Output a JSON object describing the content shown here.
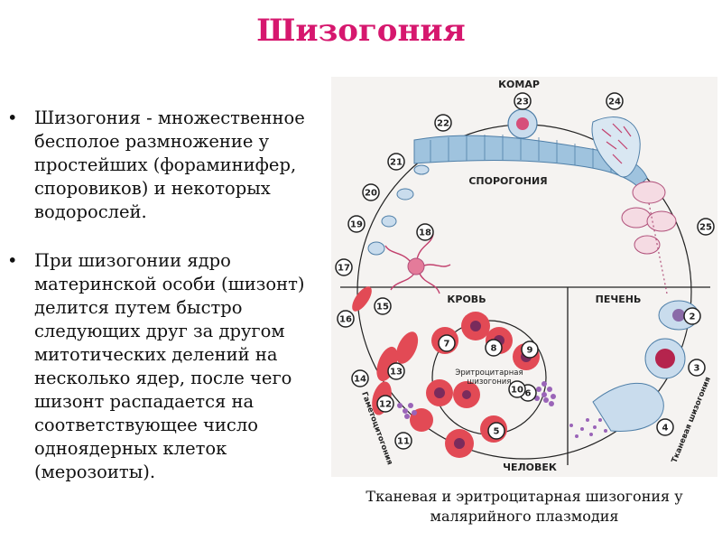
{
  "title": "Шизогония",
  "bullets": [
    "Шизогония - множественное бесполое размножение у простейших (фораминифер, споровиков) и некоторых водорослей.",
    "При шизогонии ядро материнской особи (шизонт) делится путем быстро следующих друг за другом митотических делений на несколько ядер, после чего шизонт распадается на соответствующее число одноядерных клеток (мерозоиты)."
  ],
  "bullet_symbol": "•",
  "diagram": {
    "labels": {
      "mosquito": "КОМАР",
      "sporogony": "СПОРОГОНИЯ",
      "blood": "КРОВЬ",
      "liver": "ПЕЧЕНЬ",
      "human": "ЧЕЛОВЕК",
      "erythro_line1": "Эритроцитарная",
      "erythro_line2": "шизогония",
      "gametocytogony": "Гаметоцитогония",
      "tissue_schizogony": "Тканевая шизогония"
    },
    "stages": [
      "2",
      "3",
      "4",
      "5",
      "6",
      "7",
      "8",
      "9",
      "10",
      "11",
      "12",
      "13",
      "14",
      "15",
      "16",
      "17",
      "18",
      "19",
      "20",
      "21",
      "22",
      "23",
      "24",
      "25"
    ]
  },
  "caption": "Тканевая и эритроцитарная шизогония у малярийного плазмодия",
  "colors": {
    "title": "#d6176e",
    "cell_red": "#e24a55",
    "cell_light": "#f2a7ae",
    "nucleus": "#7a2b5c",
    "gut": "#9fc3de",
    "liver_cell": "#c9dced"
  }
}
